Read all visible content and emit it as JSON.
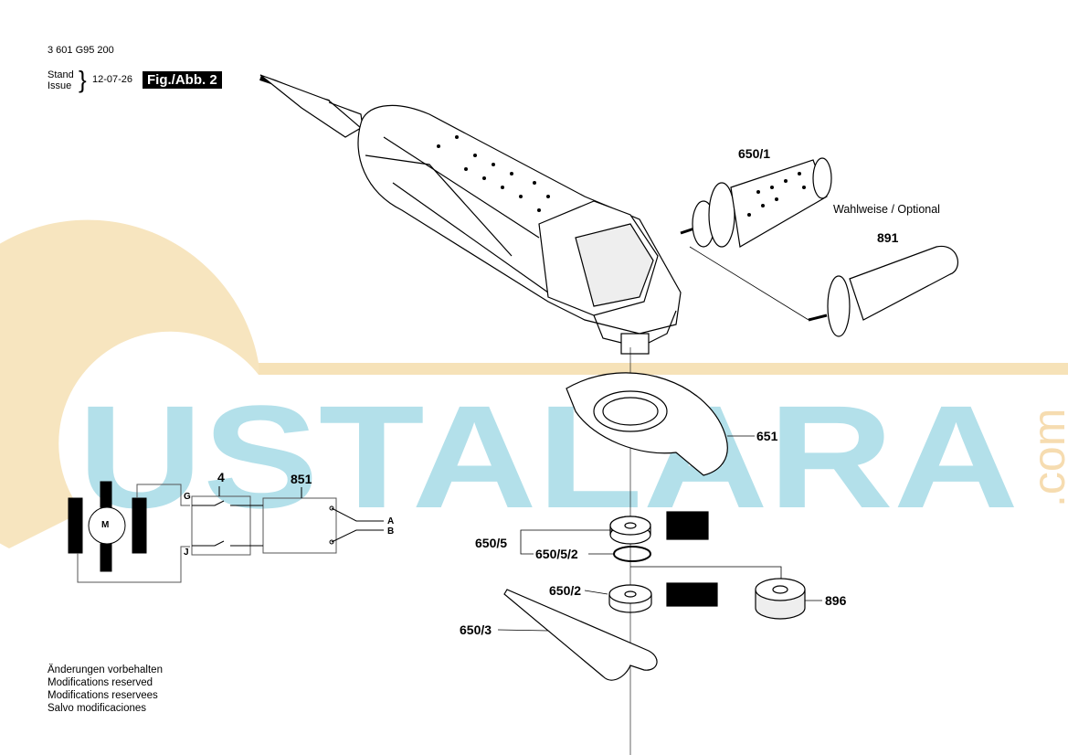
{
  "header": {
    "part_number": "3 601 G95 200",
    "stand_label": "Stand",
    "issue_label": "Issue",
    "date": "12-07-26",
    "figure": "Fig./Abb. 2"
  },
  "watermark": {
    "text": "USTALARA",
    "suffix": ".com",
    "colors": {
      "teal": "#a8dbe6",
      "yellow": "#f6dcb0"
    }
  },
  "parts": {
    "side_handle_optional": "650/1",
    "optional_note": "Wahlweise / Optional",
    "side_handle": "891",
    "guard": "651",
    "flange_kit": "650/5",
    "o_ring": "650/5/2",
    "mounting_flange": "650/2",
    "clamping_nut": "896",
    "spanner": "650/3"
  },
  "wiring": {
    "switch": "4",
    "suppressor": "851",
    "motor": "M",
    "terminal_g": "G",
    "terminal_j": "J",
    "line_a": "A",
    "line_b": "B"
  },
  "footer": {
    "lines": [
      "Änderungen vorbehalten",
      "Modifications reserved",
      "Modifications reservees",
      "Salvo modificaciones"
    ]
  }
}
